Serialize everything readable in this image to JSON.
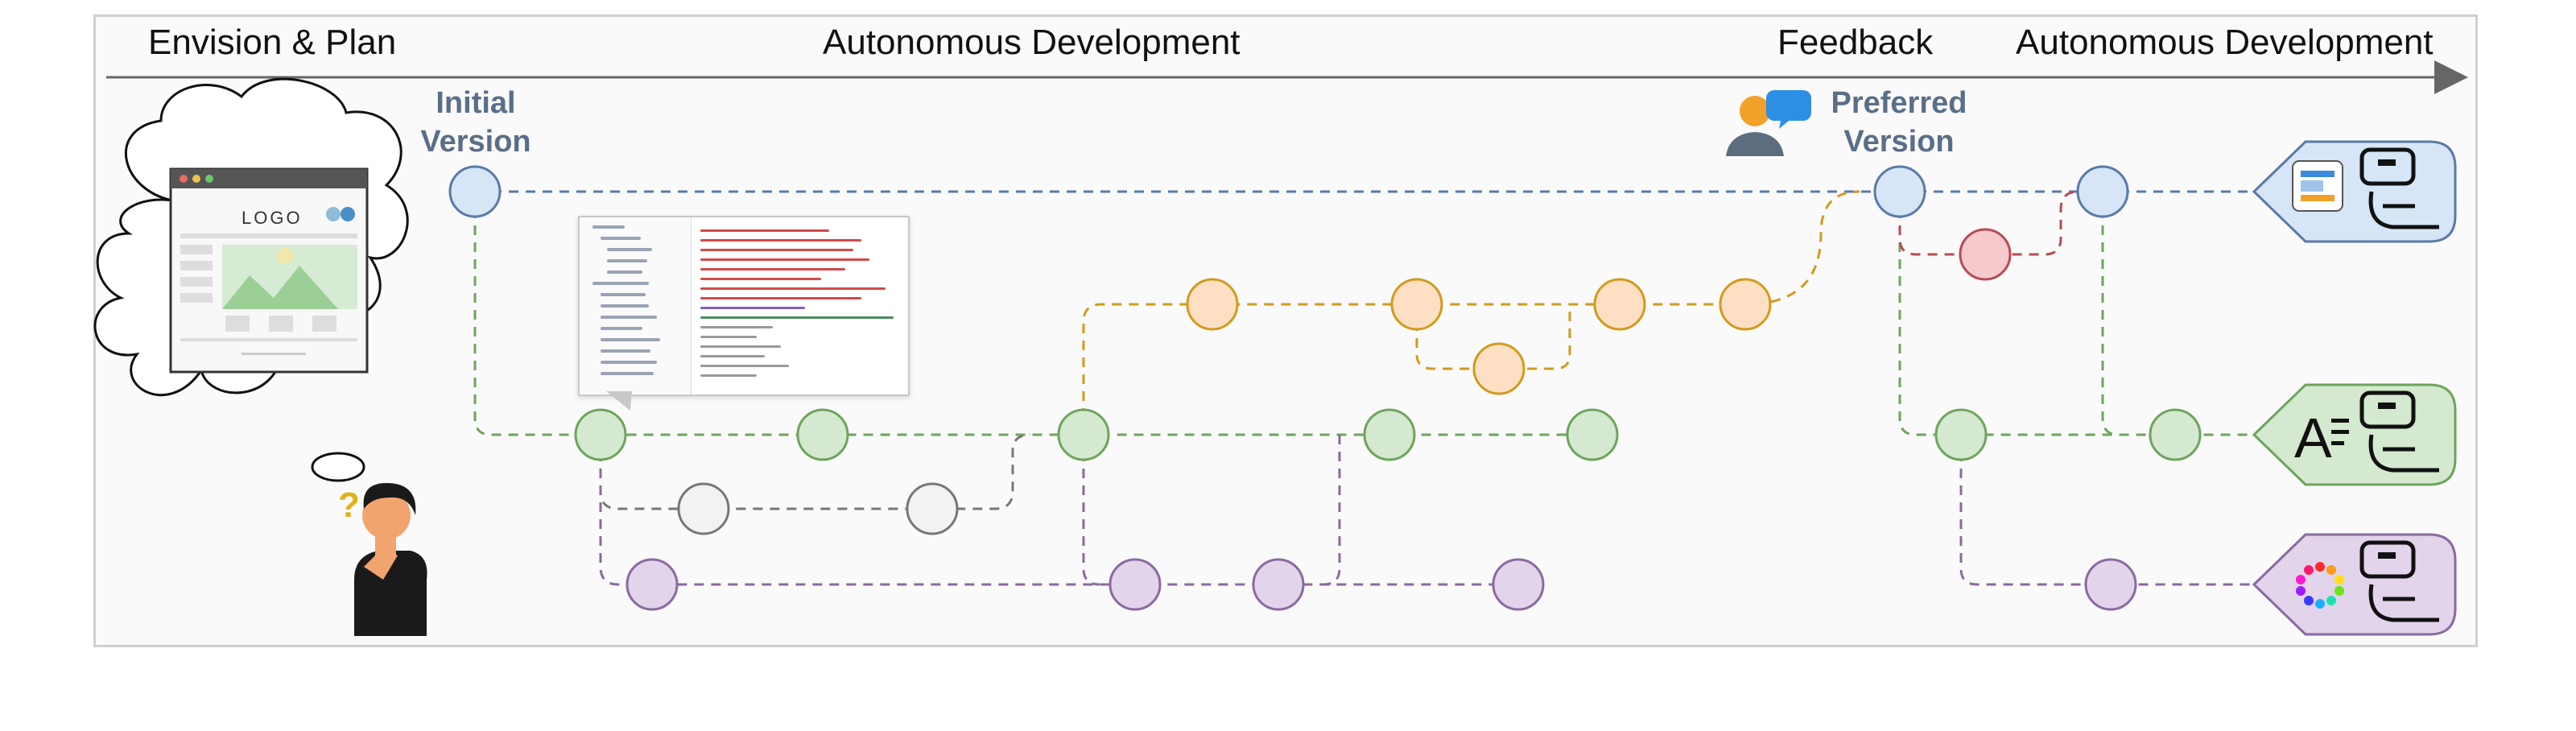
{
  "phases": {
    "envision": "Envision & Plan",
    "auto_dev_1": "Autonomous Development",
    "feedback": "Feedback",
    "auto_dev_2": "Autonomous Development"
  },
  "version_labels": {
    "initial_line1": "Initial",
    "initial_line2": "Version",
    "preferred_line1": "Preferred",
    "preferred_line2": "Version"
  },
  "sketch": {
    "logo_text": "LOGO"
  },
  "icons": {
    "thinking_person": "person-thinking-icon",
    "feedback": "user-chat-feedback-icon",
    "code_editor": "code-editor-screenshot",
    "git": "git-icon",
    "github": "github-icon",
    "layout_agent": "layout-robot-agent-icon",
    "text_agent": "typography-robot-agent-icon",
    "color_agent": "color-palette-robot-agent-icon",
    "question_mark": "question-mark-icon"
  },
  "colors": {
    "blue_fill": "#d6e6f7",
    "blue_stroke": "#5a7aa8",
    "green_fill": "#d4e9d0",
    "green_stroke": "#6ea45c",
    "orange_fill": "#fde0c4",
    "orange_stroke": "#d39a1a",
    "purple_fill": "#e2d4ea",
    "purple_stroke": "#8a6aa0",
    "gray_fill": "#f2f2f2",
    "gray_stroke": "#777777",
    "red_fill": "#f6c9cc",
    "red_stroke": "#b84a55",
    "axis": "#666666"
  }
}
